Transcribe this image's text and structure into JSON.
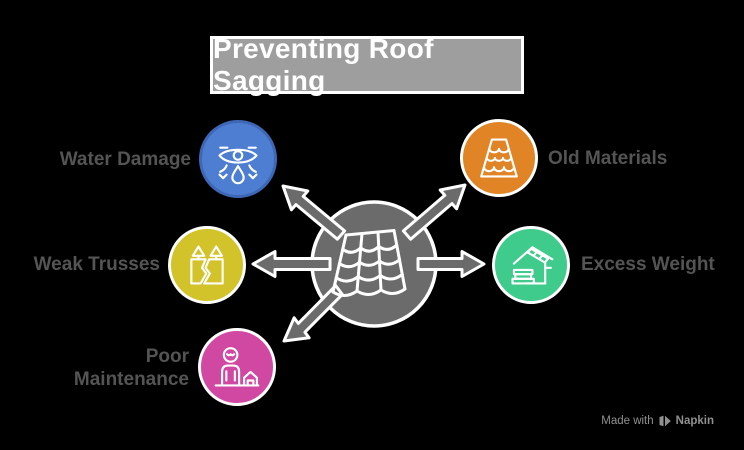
{
  "title": {
    "text": "Preventing Roof Sagging"
  },
  "hub": {
    "icon": "roof-tiles-icon",
    "color": "#6b6b6b",
    "outline": "#ffffff"
  },
  "nodes": [
    {
      "label": "Water Damage",
      "icon": "water-leak-icon",
      "color": "#4e7ed2",
      "border": "#3e68b6",
      "position": "top-left"
    },
    {
      "label": "Old Materials",
      "icon": "shingles-icon",
      "color": "#e08426",
      "border": "#ffffff",
      "position": "top-right"
    },
    {
      "label": "Weak Trusses",
      "icon": "cracked-beam-icon",
      "color": "#d2c32b",
      "border": "#ffffff",
      "position": "left"
    },
    {
      "label": "Excess Weight",
      "icon": "house-load-icon",
      "color": "#3ecb8b",
      "border": "#ffffff",
      "position": "right"
    },
    {
      "label": "Poor Maintenance",
      "icon": "person-house-icon",
      "color": "#d148a2",
      "border": "#ffffff",
      "position": "bottom-left"
    }
  ],
  "watermark": {
    "prefix": "Made with",
    "brand": "Napkin",
    "icon": "napkin-logo-icon"
  },
  "colors": {
    "background": "#000000",
    "title_bg": "#9e9e9e",
    "title_border": "#ffffff",
    "title_text": "#ffffff",
    "label_text": "#545454",
    "arrow": "#6b6b6b",
    "arrow_outline": "#ffffff",
    "icon_stroke": "#ffffff",
    "watermark": "#909090"
  }
}
